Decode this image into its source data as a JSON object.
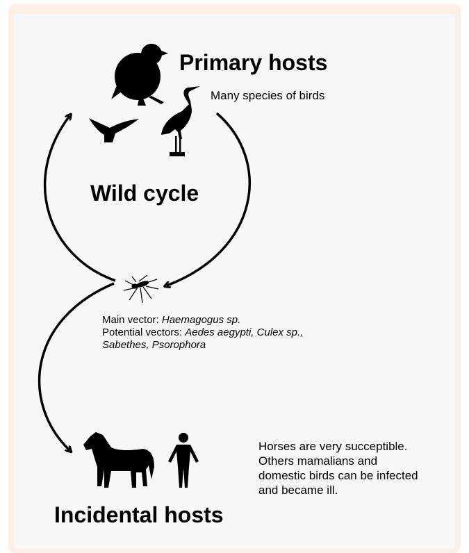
{
  "primary_hosts": {
    "title": "Primary hosts",
    "subtitle": "Many species of birds"
  },
  "wild_cycle": {
    "label": "Wild cycle"
  },
  "vectors": {
    "main_prefix": "Main vector: ",
    "main_name": "Haemagogus sp.",
    "potential_prefix": "Potential vectors: ",
    "potential_names_1": "Aedes aegypti, Culex sp.,",
    "potential_names_2": "Sabethes, Psorophora"
  },
  "incidental_hosts": {
    "title": "Incidental hosts",
    "note_lines": [
      "Horses are very succeptible.",
      "Others mamalians and",
      "domestic birds can be infected",
      "and became ill."
    ]
  },
  "colors": {
    "background": "#f7f7f7",
    "frame": "#fdeee6",
    "ink": "#000000"
  },
  "icons": [
    "perched-bird-icon",
    "flying-bird-icon",
    "heron-icon",
    "mosquito-icon",
    "horse-icon",
    "human-icon",
    "arrow"
  ]
}
